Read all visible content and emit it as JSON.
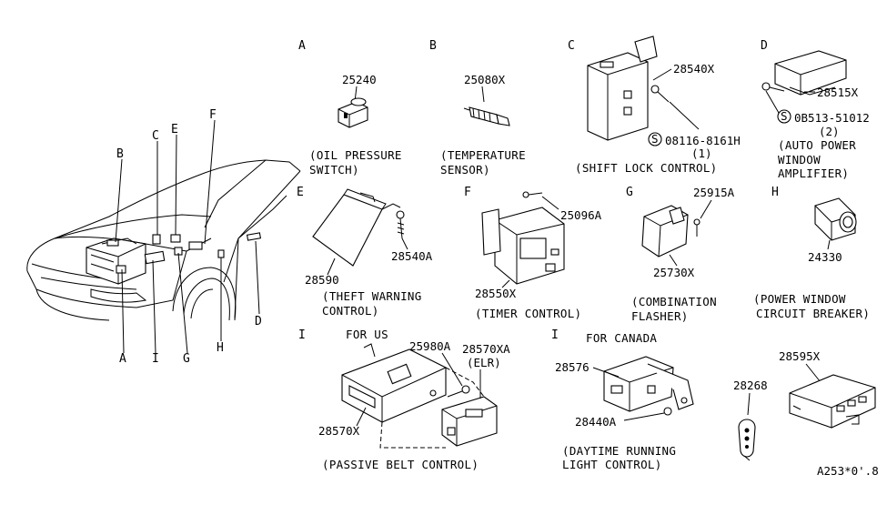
{
  "vehicle_labels": [
    "A",
    "B",
    "C",
    "D",
    "E",
    "F",
    "G",
    "H",
    "I"
  ],
  "sections": {
    "A": {
      "letter": "A",
      "part": "25240",
      "caption": [
        "(OIL PRESSURE",
        "SWITCH)"
      ]
    },
    "B": {
      "letter": "B",
      "part": "25080X",
      "caption": [
        "(TEMPERATURE",
        "SENSOR)"
      ]
    },
    "C": {
      "letter": "C",
      "parts": [
        "28540X",
        "08116-8161H",
        "(1)"
      ],
      "caption": [
        "(SHIFT LOCK CONTROL)"
      ]
    },
    "D": {
      "letter": "D",
      "parts": [
        "28515X",
        "0B513-51012",
        "(2)"
      ],
      "caption": [
        "(AUTO POWER",
        "WINDOW",
        "AMPLIFIER)"
      ]
    },
    "E": {
      "letter": "E",
      "parts": [
        "28540A",
        "28590"
      ],
      "caption": [
        "(THEFT WARNING",
        "CONTROL)"
      ]
    },
    "F": {
      "letter": "F",
      "parts": [
        "25096A",
        "28550X"
      ],
      "caption": [
        "(TIMER CONTROL)"
      ]
    },
    "G": {
      "letter": "G",
      "parts": [
        "25915A",
        "25730X"
      ],
      "caption": [
        "(COMBINATION",
        "FLASHER)"
      ]
    },
    "H": {
      "letter": "H",
      "part": "24330",
      "caption": [
        "(POWER WINDOW",
        "CIRCUIT BREAKER)"
      ]
    },
    "I_us": {
      "letter": "I",
      "note": "FOR US",
      "parts": [
        "25980A",
        "28570XA",
        "(ELR)",
        "28570X"
      ],
      "caption": [
        "(PASSIVE BELT CONTROL)"
      ]
    },
    "I_canada": {
      "letter": "I",
      "note": "FOR CANADA",
      "parts": [
        "28576",
        "28440A"
      ],
      "caption": [
        "(DAYTIME RUNNING",
        "LIGHT CONTROL)"
      ]
    },
    "extra": {
      "parts": [
        "28268",
        "28595X"
      ]
    }
  },
  "screw_symbol": "S",
  "footer_code": "A253*0'.8"
}
